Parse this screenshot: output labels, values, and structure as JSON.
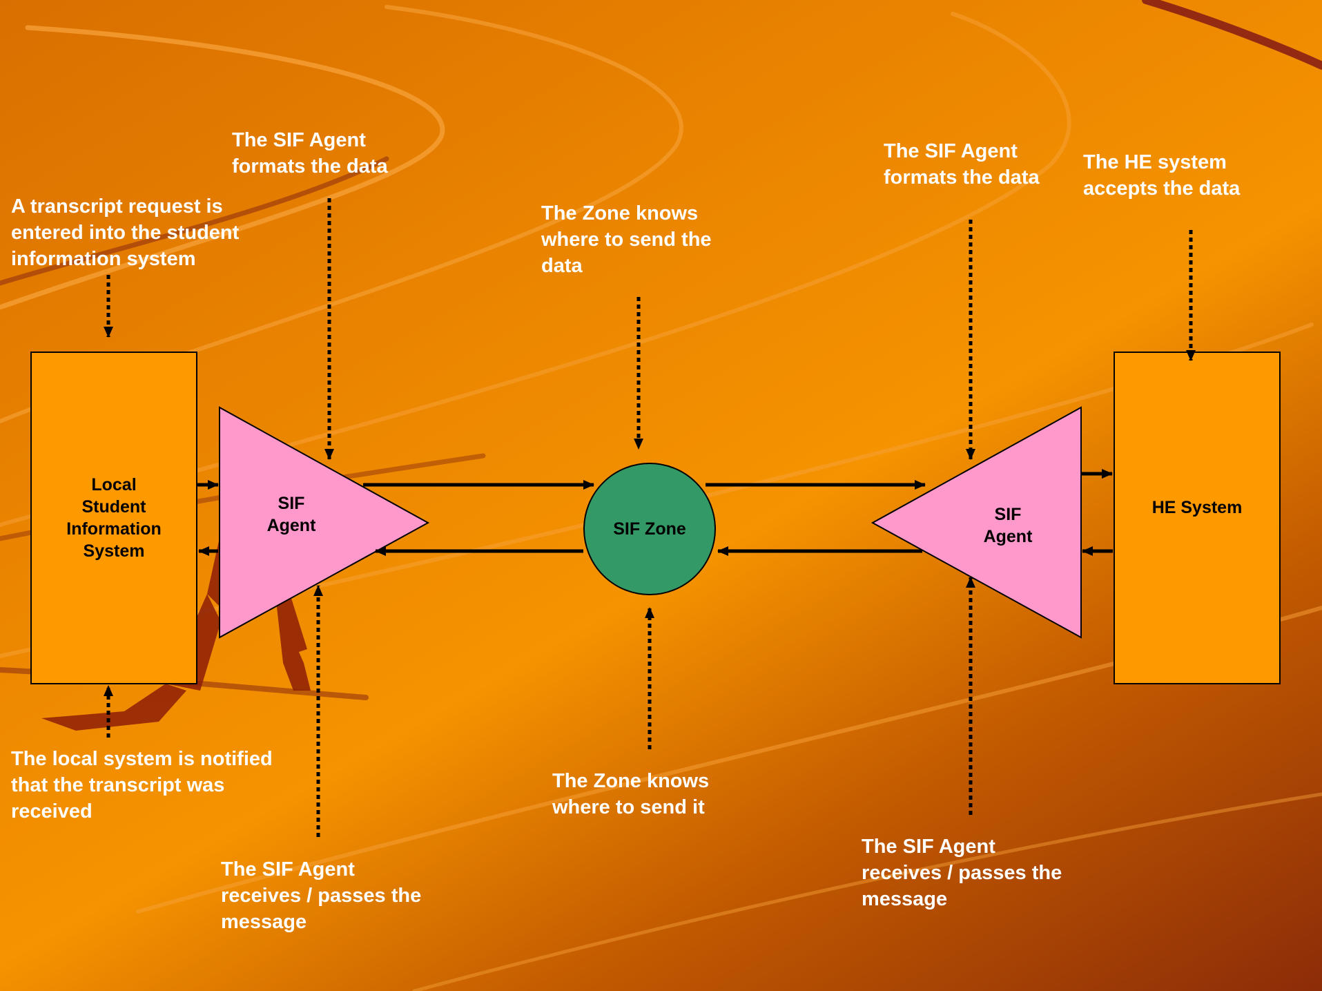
{
  "diagram": {
    "nodes": {
      "local_sis": {
        "label": "Local\nStudent\nInformation\nSystem",
        "color": "#ff9900"
      },
      "sif_agent_left": {
        "label": "SIF\nAgent",
        "color": "#ff99cc"
      },
      "sif_zone": {
        "label": "SIF Zone",
        "color": "#339966"
      },
      "sif_agent_right": {
        "label": "SIF\nAgent",
        "color": "#ff99cc"
      },
      "he_system": {
        "label": "HE System",
        "color": "#ff9900"
      }
    },
    "annotations": {
      "transcript_request": "A transcript request is\nentered into the student\ninformation system",
      "agent_formats_left": "The SIF Agent\nformats the data",
      "zone_knows_top": "The Zone knows\nwhere to send the\ndata",
      "agent_formats_right": "The SIF Agent\nformats the data",
      "he_accepts": "The HE system\naccepts the data",
      "local_notified": "The local system is notified\nthat the transcript was\nreceived",
      "agent_receives_left": "The SIF Agent\nreceives / passes the\nmessage",
      "zone_knows_bottom": "The Zone knows\nwhere to send it",
      "agent_receives_right": "The SIF Agent\nreceives / passes the\nmessage"
    },
    "colors": {
      "annotation_text": "#ffffff",
      "arrow": "#000000"
    }
  }
}
